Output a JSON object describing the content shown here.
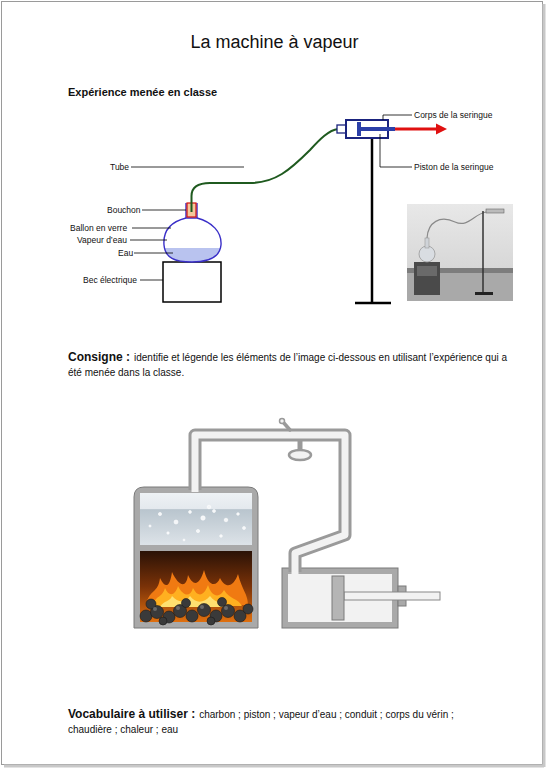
{
  "diagram": {
    "title": "La machine à vapeur",
    "labels": [
      "Expérience menée en classe",
      "Corps de la seringue",
      "Tube",
      "Piston de la seringue",
      "Bouchon",
      "Ballon en verre",
      "Vapeur d’eau",
      "Eau",
      "Bec électrique",
      "Consigne :",
      "identifie et légende les éléments de l’image ci-dessous en utilisant l’expérience qui a été menée dans la classe.",
      "Vocabulaire à utiliser :",
      "charbon ; piston ; vapeur d’eau ; conduit ; corps du vérin ; chaudière ; chaleur ; eau"
    ]
  }
}
